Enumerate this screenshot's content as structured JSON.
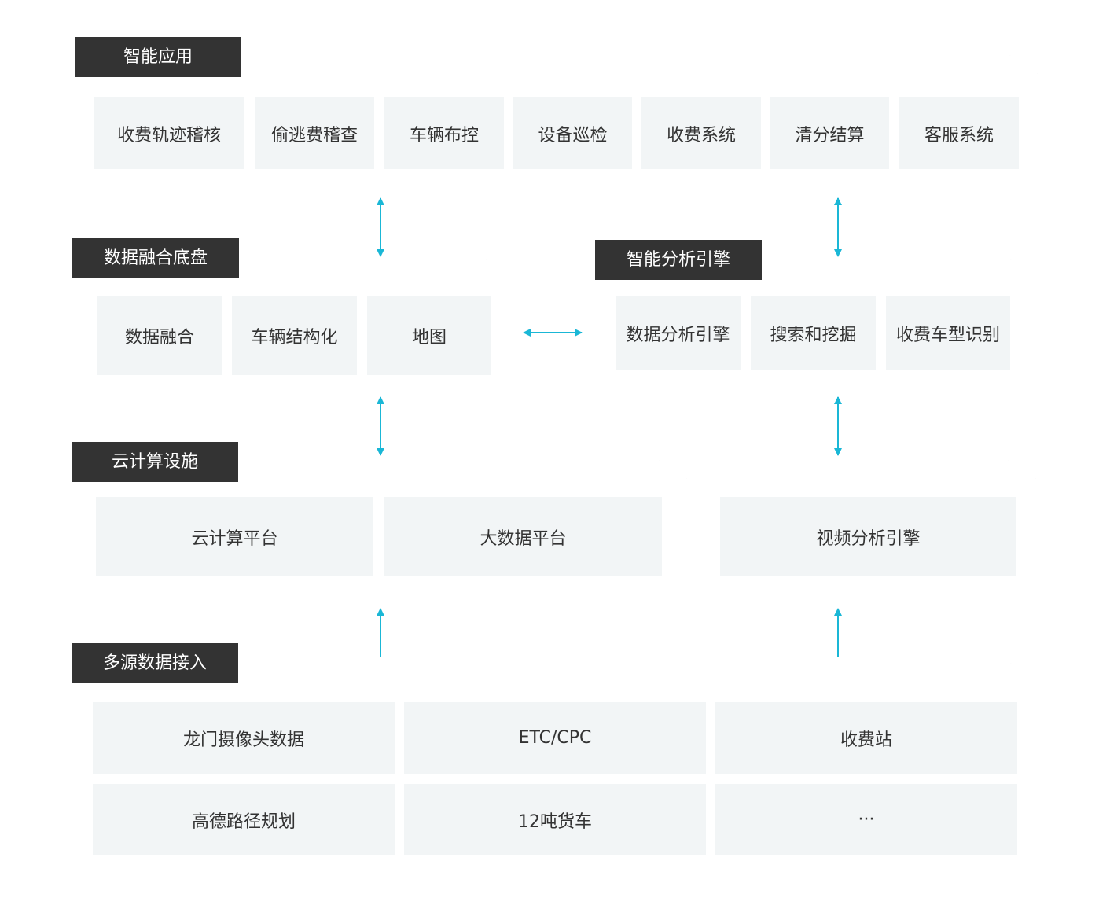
{
  "colors": {
    "panel_bg": "#ffffff",
    "tag_bg": "#333333",
    "tag_text": "#ffffff",
    "cell_bg": "#f2f5f6",
    "cell_text": "#333333",
    "arrow": "#1ab7d6"
  },
  "layers": {
    "apps": {
      "title": "智能应用",
      "items": [
        "收费轨迹稽核",
        "偷逃费稽查",
        "车辆布控",
        "设备巡检",
        "收费系统",
        "清分结算",
        "客服系统"
      ]
    },
    "fusion": {
      "title": "数据融合底盘",
      "items": [
        "数据融合",
        "车辆结构化",
        "地图"
      ]
    },
    "analysis": {
      "title": "智能分析引擎",
      "items": [
        "数据分析引擎",
        "搜索和挖掘",
        "收费车型识别"
      ]
    },
    "cloud": {
      "title": "云计算设施",
      "items": [
        "云计算平台",
        "大数据平台"
      ]
    },
    "video": {
      "items": [
        "视频分析引擎"
      ]
    },
    "sources": {
      "title": "多源数据接入",
      "items": [
        "龙门摄像头数据",
        "ETC/CPC",
        "收费站",
        "高德路径规划",
        "12吨货车",
        "···"
      ]
    }
  }
}
